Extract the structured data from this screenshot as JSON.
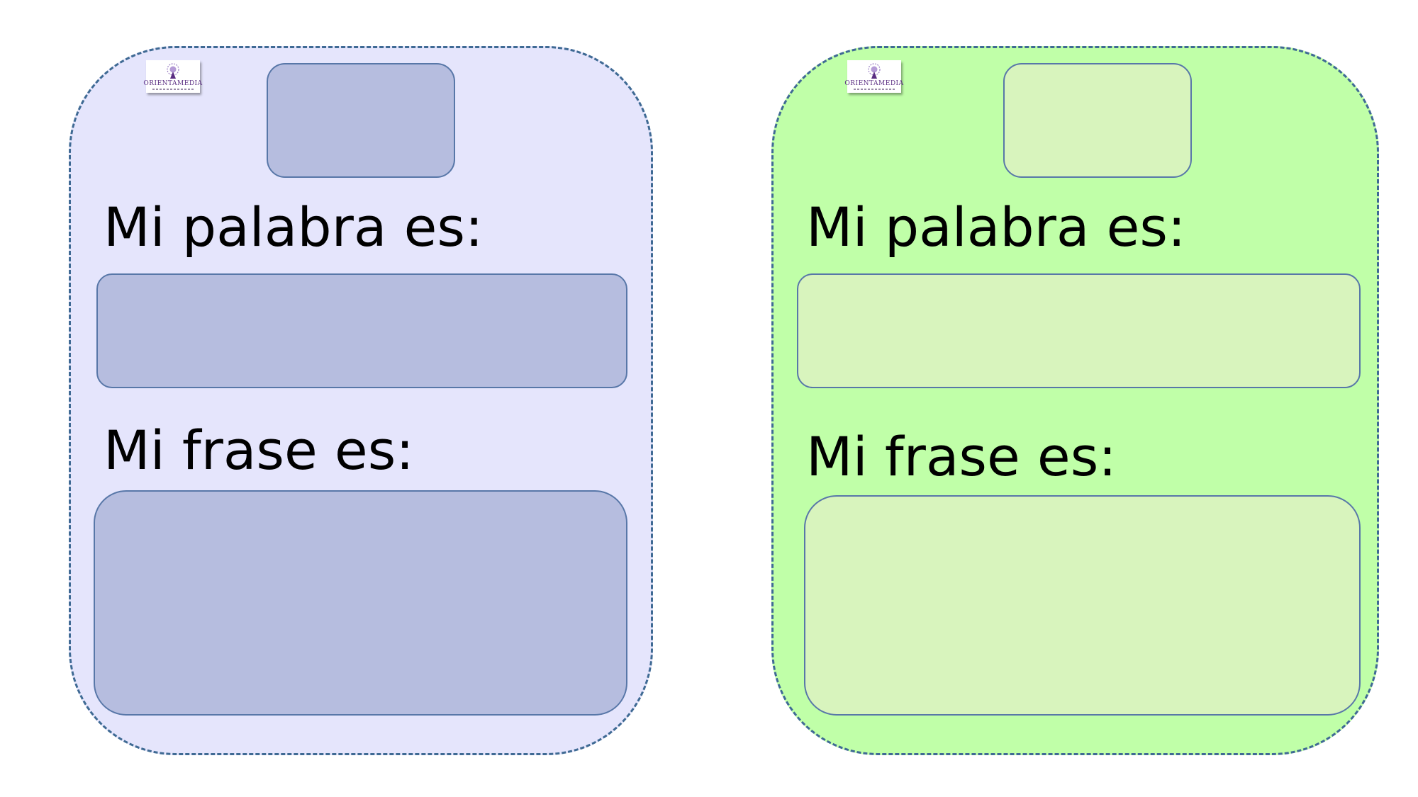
{
  "logo": {
    "text": "ORIENTAMEDIA"
  },
  "cards": [
    {
      "word_label": "Mi palabra es:",
      "sentence_label": "Mi frase es:",
      "colors": {
        "background": "#e5e5fc",
        "field": "#b6bddf"
      }
    },
    {
      "word_label": "Mi palabra es:",
      "sentence_label": "Mi frase es:",
      "colors": {
        "background": "#c0ffa8",
        "field": "#d8f4bd"
      }
    }
  ],
  "colors": {
    "border": "#3f6a94",
    "field_border": "#5877a8",
    "text": "#000000"
  }
}
